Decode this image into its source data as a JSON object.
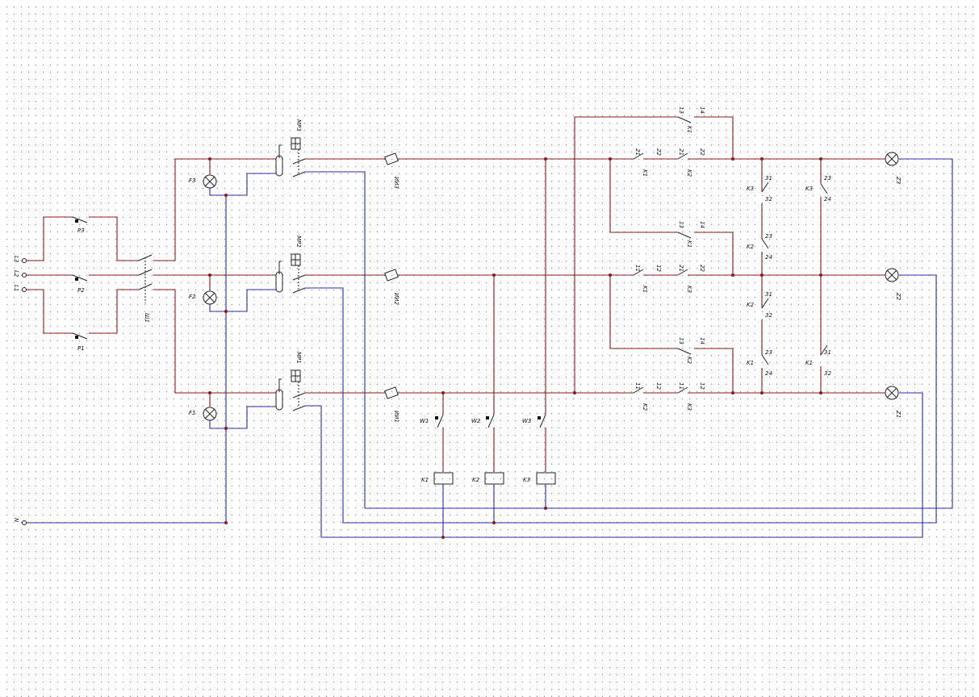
{
  "terminals": [
    {
      "id": "L3",
      "label": "L3"
    },
    {
      "id": "L2",
      "label": "L2"
    },
    {
      "id": "L1",
      "label": "L1"
    },
    {
      "id": "N",
      "label": "N"
    }
  ],
  "buttons": [
    {
      "id": "P3",
      "label": "P3"
    },
    {
      "id": "P2",
      "label": "P2"
    },
    {
      "id": "P1",
      "label": "P1"
    }
  ],
  "main_switch": {
    "label": "Ш1"
  },
  "phase_lamps": [
    {
      "id": "F3",
      "label": "F3"
    },
    {
      "id": "F2",
      "label": "F2"
    },
    {
      "id": "F1",
      "label": "F1"
    }
  ],
  "motor_breakers": [
    {
      "id": "MP3",
      "label": "МР3"
    },
    {
      "id": "MP2",
      "label": "МР2"
    },
    {
      "id": "MP1",
      "label": "МР1"
    }
  ],
  "fuses": [
    {
      "id": "ИИ3",
      "label": "ИИ3"
    },
    {
      "id": "ИИ2",
      "label": "ИИ2"
    },
    {
      "id": "ИИ1",
      "label": "ИИ1"
    }
  ],
  "control_switches": [
    {
      "id": "W1",
      "label": "W1"
    },
    {
      "id": "W2",
      "label": "W2"
    },
    {
      "id": "W3",
      "label": "W3"
    }
  ],
  "coils": [
    {
      "id": "K1",
      "label": "K1"
    },
    {
      "id": "K2",
      "label": "K2"
    },
    {
      "id": "K3",
      "label": "K3"
    }
  ],
  "output_lamps": [
    {
      "id": "Z3",
      "label": "Z3"
    },
    {
      "id": "Z2",
      "label": "Z2"
    },
    {
      "id": "Z1",
      "label": "Z1"
    }
  ],
  "contact_labels": {
    "k1": "K1",
    "k2": "K2",
    "k3": "K3",
    "n11": "11",
    "n12": "12",
    "n13": "13",
    "n14": "14",
    "n21": "21",
    "n22": "22",
    "n23": "23",
    "n24": "24",
    "n31": "31",
    "n32": "32"
  },
  "colors": {
    "phase_wire": "#8b1a1a",
    "neutral_wire": "#2b2bb0"
  }
}
